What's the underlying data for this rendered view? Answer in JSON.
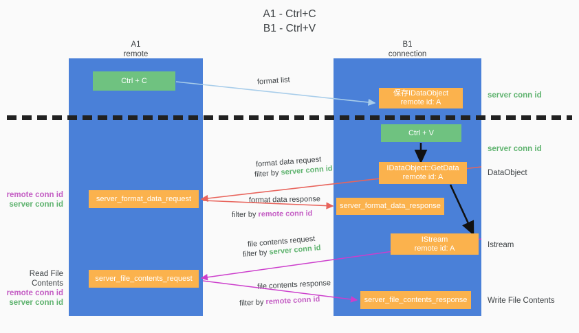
{
  "title": "A1 - Ctrl+C\nB1 - Ctrl+V",
  "columns": {
    "a1": {
      "header": "A1\nremote"
    },
    "b1": {
      "header": "B1\nconnection"
    }
  },
  "nodes": {
    "ctrl_c": "Ctrl + C",
    "save_idataobject": "保存IDataObject\nremote id: A",
    "ctrl_v": "Ctrl + V",
    "getdata": "IDataObject::GetData\nremote id: A",
    "server_format_data_request": "server_format_data_request",
    "server_format_data_response": "server_format_data_response",
    "istream": "IStream\nremote id: A",
    "server_file_contents_request": "server_file_contents_request",
    "server_file_contents_response": "server_file_contents_response"
  },
  "right_notes": {
    "server_conn_id_1": "server conn id",
    "server_conn_id_2": "server conn id",
    "dataobject": "DataObject",
    "istream": "Istream",
    "write_file_contents": "Write File Contents"
  },
  "left_notes": {
    "remote_conn_id_1": "remote conn id",
    "server_conn_id_1": "server conn id",
    "read_file_contents": "Read File Contents",
    "remote_conn_id_2": "remote conn id",
    "server_conn_id_2": "server conn id"
  },
  "edge_labels": {
    "format_list": "format list",
    "format_data_request": "format data request",
    "filter_by": "filter by ",
    "server_conn_id": "server conn id",
    "format_data_response": "format data response",
    "remote_conn_id": "remote conn id",
    "file_contents_request": "file contents request",
    "file_contents_response": "file contents response"
  },
  "colors": {
    "lane": "#4a80d8",
    "green_box": "#6fc280",
    "orange_box": "#fbb24d",
    "server_conn_text": "#5fb36f",
    "remote_conn_text": "#c45ec4",
    "arrow_blue": "#a8cdea",
    "arrow_red": "#e8645c",
    "arrow_magenta": "#cc3ecc",
    "arrow_black": "#000000",
    "separator": "#212121",
    "background": "#fafafa"
  }
}
